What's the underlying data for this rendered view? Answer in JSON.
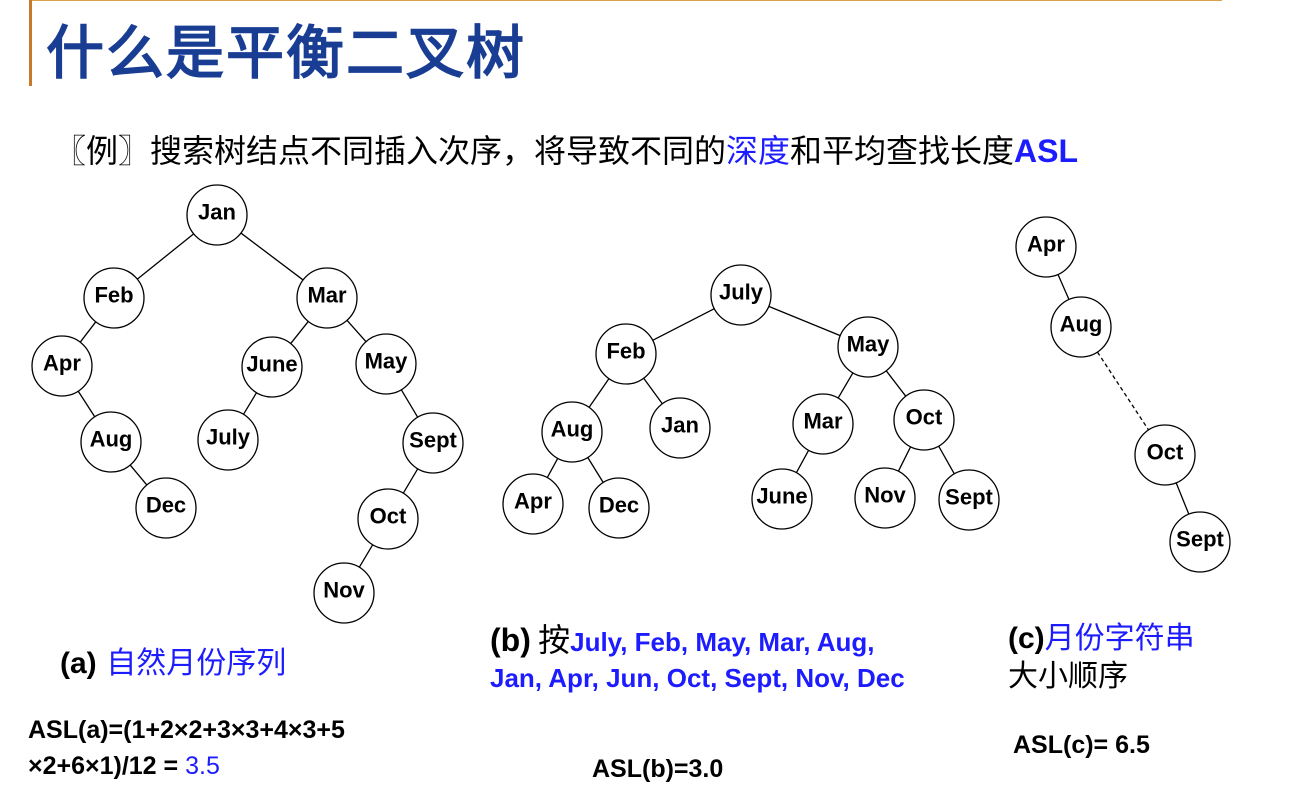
{
  "title": "什么是平衡二叉树",
  "subtitle": {
    "prefix": "〖例〗搜索树结点不同插入次序，将导致不同的",
    "depth": "深度",
    "middle": "和平均查找长度",
    "asl": "ASL"
  },
  "colors": {
    "title": "#1a3d94",
    "highlight": "#1c1cff",
    "accent_bar": "#c87a2a"
  },
  "trees": {
    "a": {
      "nodes": [
        "Jan",
        "Feb",
        "Mar",
        "Apr",
        "June",
        "May",
        "Aug",
        "July",
        "Sept",
        "Dec",
        "Oct",
        "Nov"
      ],
      "edges": [
        [
          "Jan",
          "Feb"
        ],
        [
          "Jan",
          "Mar"
        ],
        [
          "Feb",
          "Apr"
        ],
        [
          "Apr",
          "Aug"
        ],
        [
          "Aug",
          "Dec"
        ],
        [
          "Mar",
          "June"
        ],
        [
          "June",
          "July"
        ],
        [
          "Mar",
          "May"
        ],
        [
          "May",
          "Sept"
        ],
        [
          "Sept",
          "Oct"
        ],
        [
          "Oct",
          "Nov"
        ]
      ]
    },
    "b": {
      "nodes": [
        "July",
        "Feb",
        "May",
        "Aug",
        "Jan",
        "Mar",
        "Oct",
        "Apr",
        "Dec",
        "June",
        "Nov",
        "Sept"
      ],
      "edges": [
        [
          "July",
          "Feb"
        ],
        [
          "July",
          "May"
        ],
        [
          "Feb",
          "Aug"
        ],
        [
          "Feb",
          "Jan"
        ],
        [
          "Aug",
          "Apr"
        ],
        [
          "Aug",
          "Dec"
        ],
        [
          "May",
          "Mar"
        ],
        [
          "May",
          "Oct"
        ],
        [
          "Mar",
          "June"
        ],
        [
          "Oct",
          "Nov"
        ],
        [
          "Oct",
          "Sept"
        ]
      ]
    },
    "c": {
      "nodes": [
        "Apr",
        "Aug",
        "Oct",
        "Sept"
      ],
      "edges": [
        [
          "Apr",
          "Aug"
        ],
        [
          "Aug",
          "Oct",
          "dashed"
        ],
        [
          "Oct",
          "Sept"
        ]
      ]
    }
  },
  "captions": {
    "a": {
      "label": "(a)",
      "text": "自然月份序列"
    },
    "b": {
      "label": "(b)",
      "prefix": "按",
      "sequence": "July, Feb, May, Mar, Aug, Jan, Apr, Jun, Oct, Sept, Nov, Dec"
    },
    "c": {
      "label": "(c)",
      "text1": "月份字符串",
      "text2": "大小顺序"
    }
  },
  "asl": {
    "a": {
      "formula_line1": "ASL(a)=(1+2×2+3×3+4×3+5",
      "formula_line2": "×2+6×1)/12 = ",
      "value": "3.5"
    },
    "b": {
      "text": "ASL(b)=3.0"
    },
    "c": {
      "text": "ASL(c)= 6.5"
    }
  }
}
